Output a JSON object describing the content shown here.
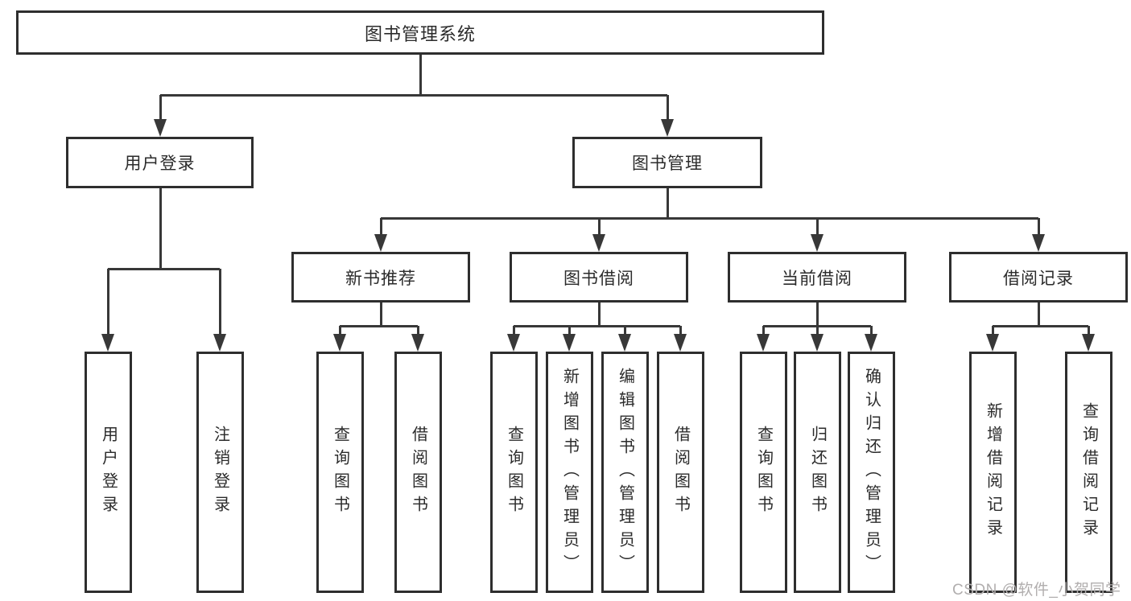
{
  "tree": {
    "root": {
      "label": "图书管理系统"
    },
    "children": [
      {
        "label": "用户登录",
        "children": [
          {
            "label": "用户登录"
          },
          {
            "label": "注销登录"
          }
        ]
      },
      {
        "label": "图书管理",
        "children": [
          {
            "label": "新书推荐",
            "children": [
              {
                "label": "查询图书"
              },
              {
                "label": "借阅图书"
              }
            ]
          },
          {
            "label": "图书借阅",
            "children": [
              {
                "label": "查询图书"
              },
              {
                "label": "新增图书（管理员）"
              },
              {
                "label": "编辑图书（管理员）"
              },
              {
                "label": "借阅图书"
              }
            ]
          },
          {
            "label": "当前借阅",
            "children": [
              {
                "label": "查询图书"
              },
              {
                "label": "归还图书"
              },
              {
                "label": "确认归还（管理员）"
              }
            ]
          },
          {
            "label": "借阅记录",
            "children": [
              {
                "label": "新增借阅记录"
              },
              {
                "label": "查询借阅记录"
              }
            ]
          }
        ]
      }
    ]
  },
  "watermark": "CSDN @软件_小贺同学",
  "colors": {
    "line": "#383838",
    "box_border": "#2e2e2e",
    "text": "#2b2b2b",
    "watermark": "#b1aeae",
    "background": "#ffffff"
  }
}
